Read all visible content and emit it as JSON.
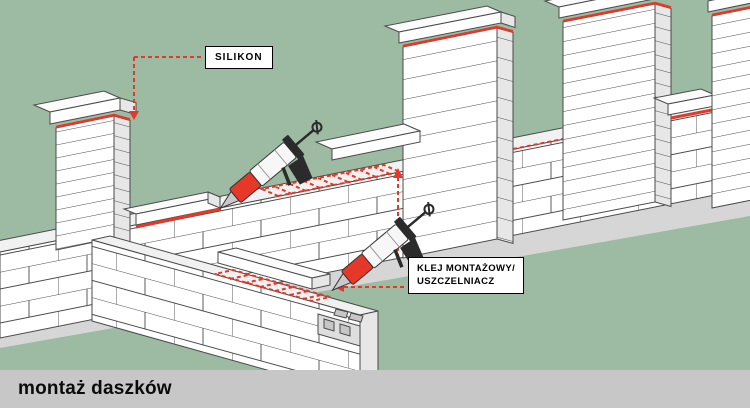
{
  "labels": {
    "silikon": "SILIKON",
    "klej_line1": "KLEJ MONTAŻOWY/",
    "klej_line2": "USZCZELNIACZ"
  },
  "footer": {
    "title": "montaż daszków"
  },
  "colors": {
    "background": "#9DBAA3",
    "accent_red": "#E53828",
    "ground_gray": "#D6D6D6",
    "footer_bg": "#C7C7C7",
    "block_outline": "#4A4A4A"
  },
  "icons": {
    "gun": "caulking-gun-icon"
  }
}
